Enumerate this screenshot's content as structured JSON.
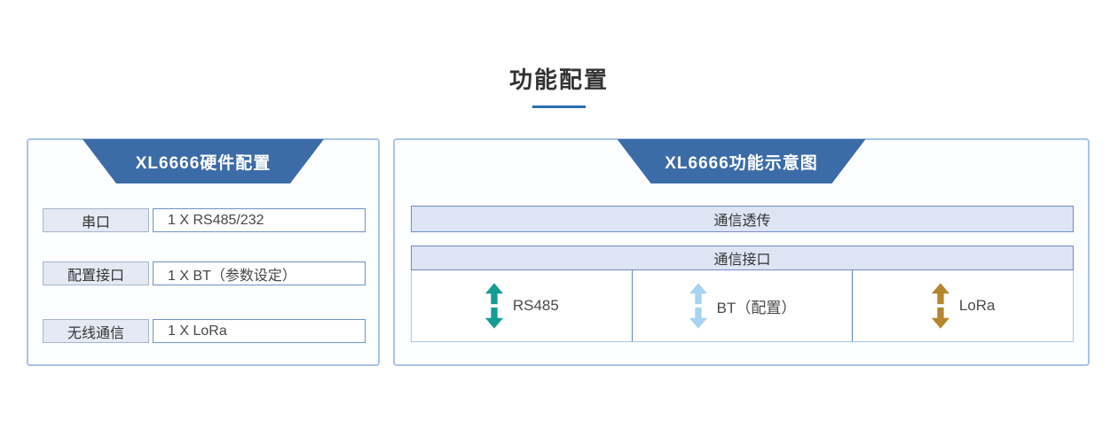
{
  "page": {
    "title": "功能配置"
  },
  "colors": {
    "trapezoid_blue": "#3b6ca7",
    "underline_blue": "#2c6cb5",
    "panel_border": "#a9c3ea",
    "bar_fill": "#dde5f5"
  },
  "left_panel": {
    "header": "XL6666硬件配置",
    "rows": [
      {
        "label": "串口",
        "value": "1 X RS485/232"
      },
      {
        "label": "配置接口",
        "value": "1 X BT（参数设定）"
      },
      {
        "label": "无线通信",
        "value": "1 X LoRa"
      }
    ]
  },
  "right_panel": {
    "header": "XL6666功能示意图",
    "bar_top": "通信透传",
    "bar_interface": "通信接口",
    "interfaces": [
      {
        "label": "RS485",
        "arrow_icon": "double-vertical-arrow",
        "arrow_color": "#149c94"
      },
      {
        "label": "BT（配置）",
        "arrow_icon": "double-vertical-arrow",
        "arrow_color": "#a6d3f2"
      },
      {
        "label": "LoRa",
        "arrow_icon": "double-vertical-arrow",
        "arrow_color": "#b5862c"
      }
    ]
  }
}
